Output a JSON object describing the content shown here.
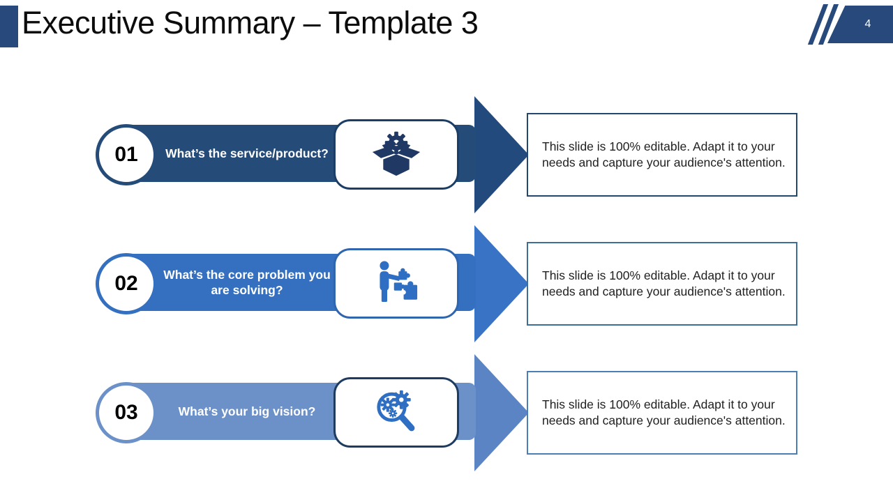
{
  "slide": {
    "title": "Executive Summary – Template 3",
    "page_number": "4"
  },
  "header_colors": {
    "title_accent": "#27497B",
    "badge": "#27497B",
    "stripes": "#27497B"
  },
  "rows": [
    {
      "number": "01",
      "question": "What’s the service/product?",
      "description": "This slide is 100% editable. Adapt it to your needs and capture your audience's attention.",
      "icon": "open-box-gear-icon",
      "colors": {
        "banner": "#254B78",
        "arrow": "#234A7C",
        "circleBorder": "#254B78",
        "icon": "#1F3864",
        "iconBoxBorder": "#1C3E66",
        "descBorder": "#24476F"
      }
    },
    {
      "number": "02",
      "question": "What’s the core problem you are solving?",
      "description": "This slide is 100% editable. Adapt it to your needs and capture your audience's attention.",
      "icon": "person-puzzle-icon",
      "colors": {
        "banner": "#3470BF",
        "arrow": "#3973C6",
        "circleBorder": "#3470BF",
        "icon": "#2E6EC3",
        "iconBoxBorder": "#2F66AE",
        "descBorder": "#3E6E96"
      }
    },
    {
      "number": "03",
      "question": "What’s your big vision?",
      "description": "This slide is 100% editable. Adapt it to your needs and capture your audience's attention.",
      "icon": "magnifier-gears-icon",
      "colors": {
        "banner": "#6C90C8",
        "arrow": "#5B84C4",
        "circleBorder": "#6C90C8",
        "icon": "#2E6EC3",
        "iconBoxBorder": "#1E3C5F",
        "descBorder": "#4A7EB5"
      }
    }
  ]
}
